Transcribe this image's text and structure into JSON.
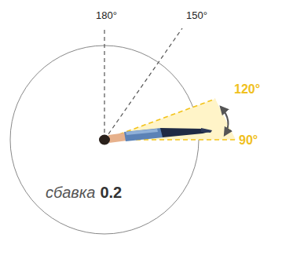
{
  "diagram": {
    "labels": [
      "180°",
      "150°",
      "120°",
      "90°",
      "сбавка",
      "0.2"
    ]
  }
}
